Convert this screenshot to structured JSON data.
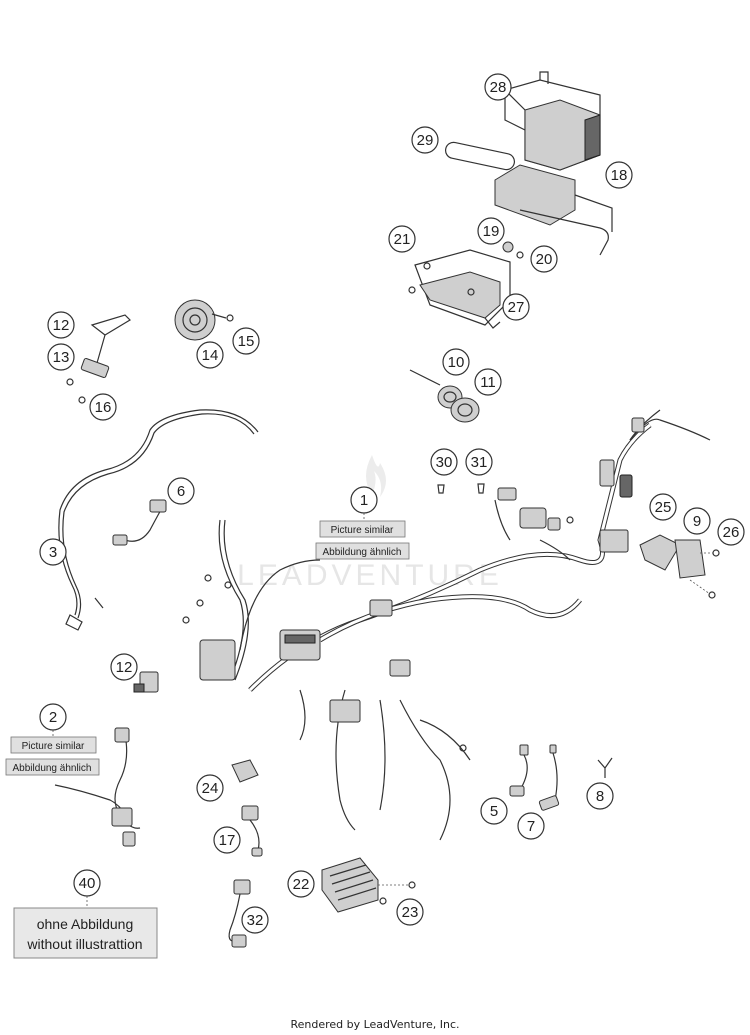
{
  "callouts": {
    "c1": "1",
    "c2": "2",
    "c3": "3",
    "c5": "5",
    "c6": "6",
    "c7": "7",
    "c8": "8",
    "c9": "9",
    "c10": "10",
    "c11": "11",
    "c12a": "12",
    "c12b": "12",
    "c13": "13",
    "c14": "14",
    "c15": "15",
    "c16": "16",
    "c17": "17",
    "c18": "18",
    "c19": "19",
    "c20": "20",
    "c21": "21",
    "c22": "22",
    "c23": "23",
    "c24": "24",
    "c25": "25",
    "c26": "26",
    "c27": "27",
    "c28": "28",
    "c29": "29",
    "c30": "30",
    "c31": "31",
    "c32": "32",
    "c40": "40"
  },
  "notes": {
    "picture_similar": "Picture similar",
    "abbildung_aehnlich": "Abbildung ähnlich",
    "ohne_abbildung": "ohne Abbildung",
    "without_illustration": "without illustrattion"
  },
  "watermark": "LEADVENTURE",
  "footer": "Rendered by LeadVenture, Inc.",
  "colors": {
    "line": "#333333",
    "part_fill": "#cfcfcf",
    "note_fill": "#e0e0e0",
    "background": "#ffffff"
  }
}
